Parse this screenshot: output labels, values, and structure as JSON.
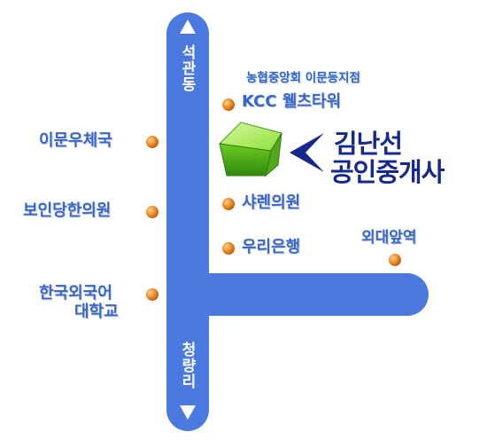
{
  "roads": {
    "north_label": "석관동",
    "south_label": "청량리"
  },
  "landmarks": {
    "nonghyup": "농협중앙회 이문동지점",
    "kcc": "KCC 웰츠타워",
    "imun_post": "이문우체국",
    "bo_in": "보인당한의원",
    "sharen": "샤렌의원",
    "woori": "우리은행",
    "hufs": [
      "한국외국어",
      "대학교"
    ],
    "oedae_station": "외대앞역"
  },
  "agency": {
    "line1": "김난선",
    "line2": "공인중개사"
  },
  "colors": {
    "road": "#4a79e0",
    "marker": "#f08a22",
    "label": "#3a66c8",
    "agency": "#14288e",
    "building": "#7bd62a"
  }
}
